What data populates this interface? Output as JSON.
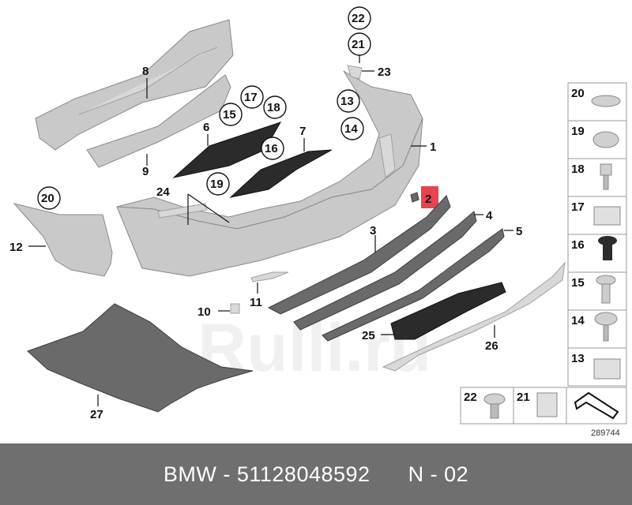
{
  "diagram": {
    "code": "289744",
    "watermark": "Rulli.ru",
    "callouts": {
      "c1": "1",
      "c2": "2",
      "c3": "3",
      "c4": "4",
      "c5": "5",
      "c6": "6",
      "c7": "7",
      "c8": "8",
      "c9": "9",
      "c10": "10",
      "c11": "11",
      "c12": "12",
      "c13": "13",
      "c14": "14",
      "c15": "15",
      "c16": "16",
      "c17": "17",
      "c18": "18",
      "c19": "19",
      "c20": "20",
      "c21": "21",
      "c22": "22",
      "c23": "23",
      "c24": "24",
      "c25": "25",
      "c26": "26",
      "c27": "27"
    },
    "side_panel": [
      "20",
      "19",
      "18",
      "17",
      "16",
      "15",
      "14",
      "13"
    ],
    "bottom_panel": [
      "22",
      "21"
    ],
    "highlight_color": "#e8424e"
  },
  "footer": {
    "brand": "BMW",
    "separator": " - ",
    "part_number": "51128048592",
    "position_label": "N - 02"
  }
}
